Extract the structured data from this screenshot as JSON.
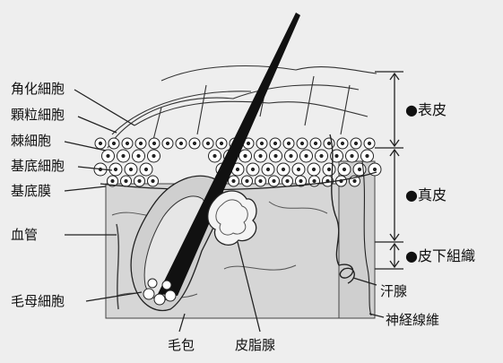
{
  "diagram": {
    "left_labels": [
      "角化細胞",
      "顆粒細胞",
      "棘細胞",
      "基底細胞",
      "基底膜",
      "血管",
      "毛母細胞"
    ],
    "bottom_labels": [
      "毛包",
      "皮脂腺"
    ],
    "right_labels": [
      "汗腺",
      "神経線維"
    ],
    "layers": [
      "●表皮",
      "●真皮",
      "●皮下組織"
    ]
  }
}
